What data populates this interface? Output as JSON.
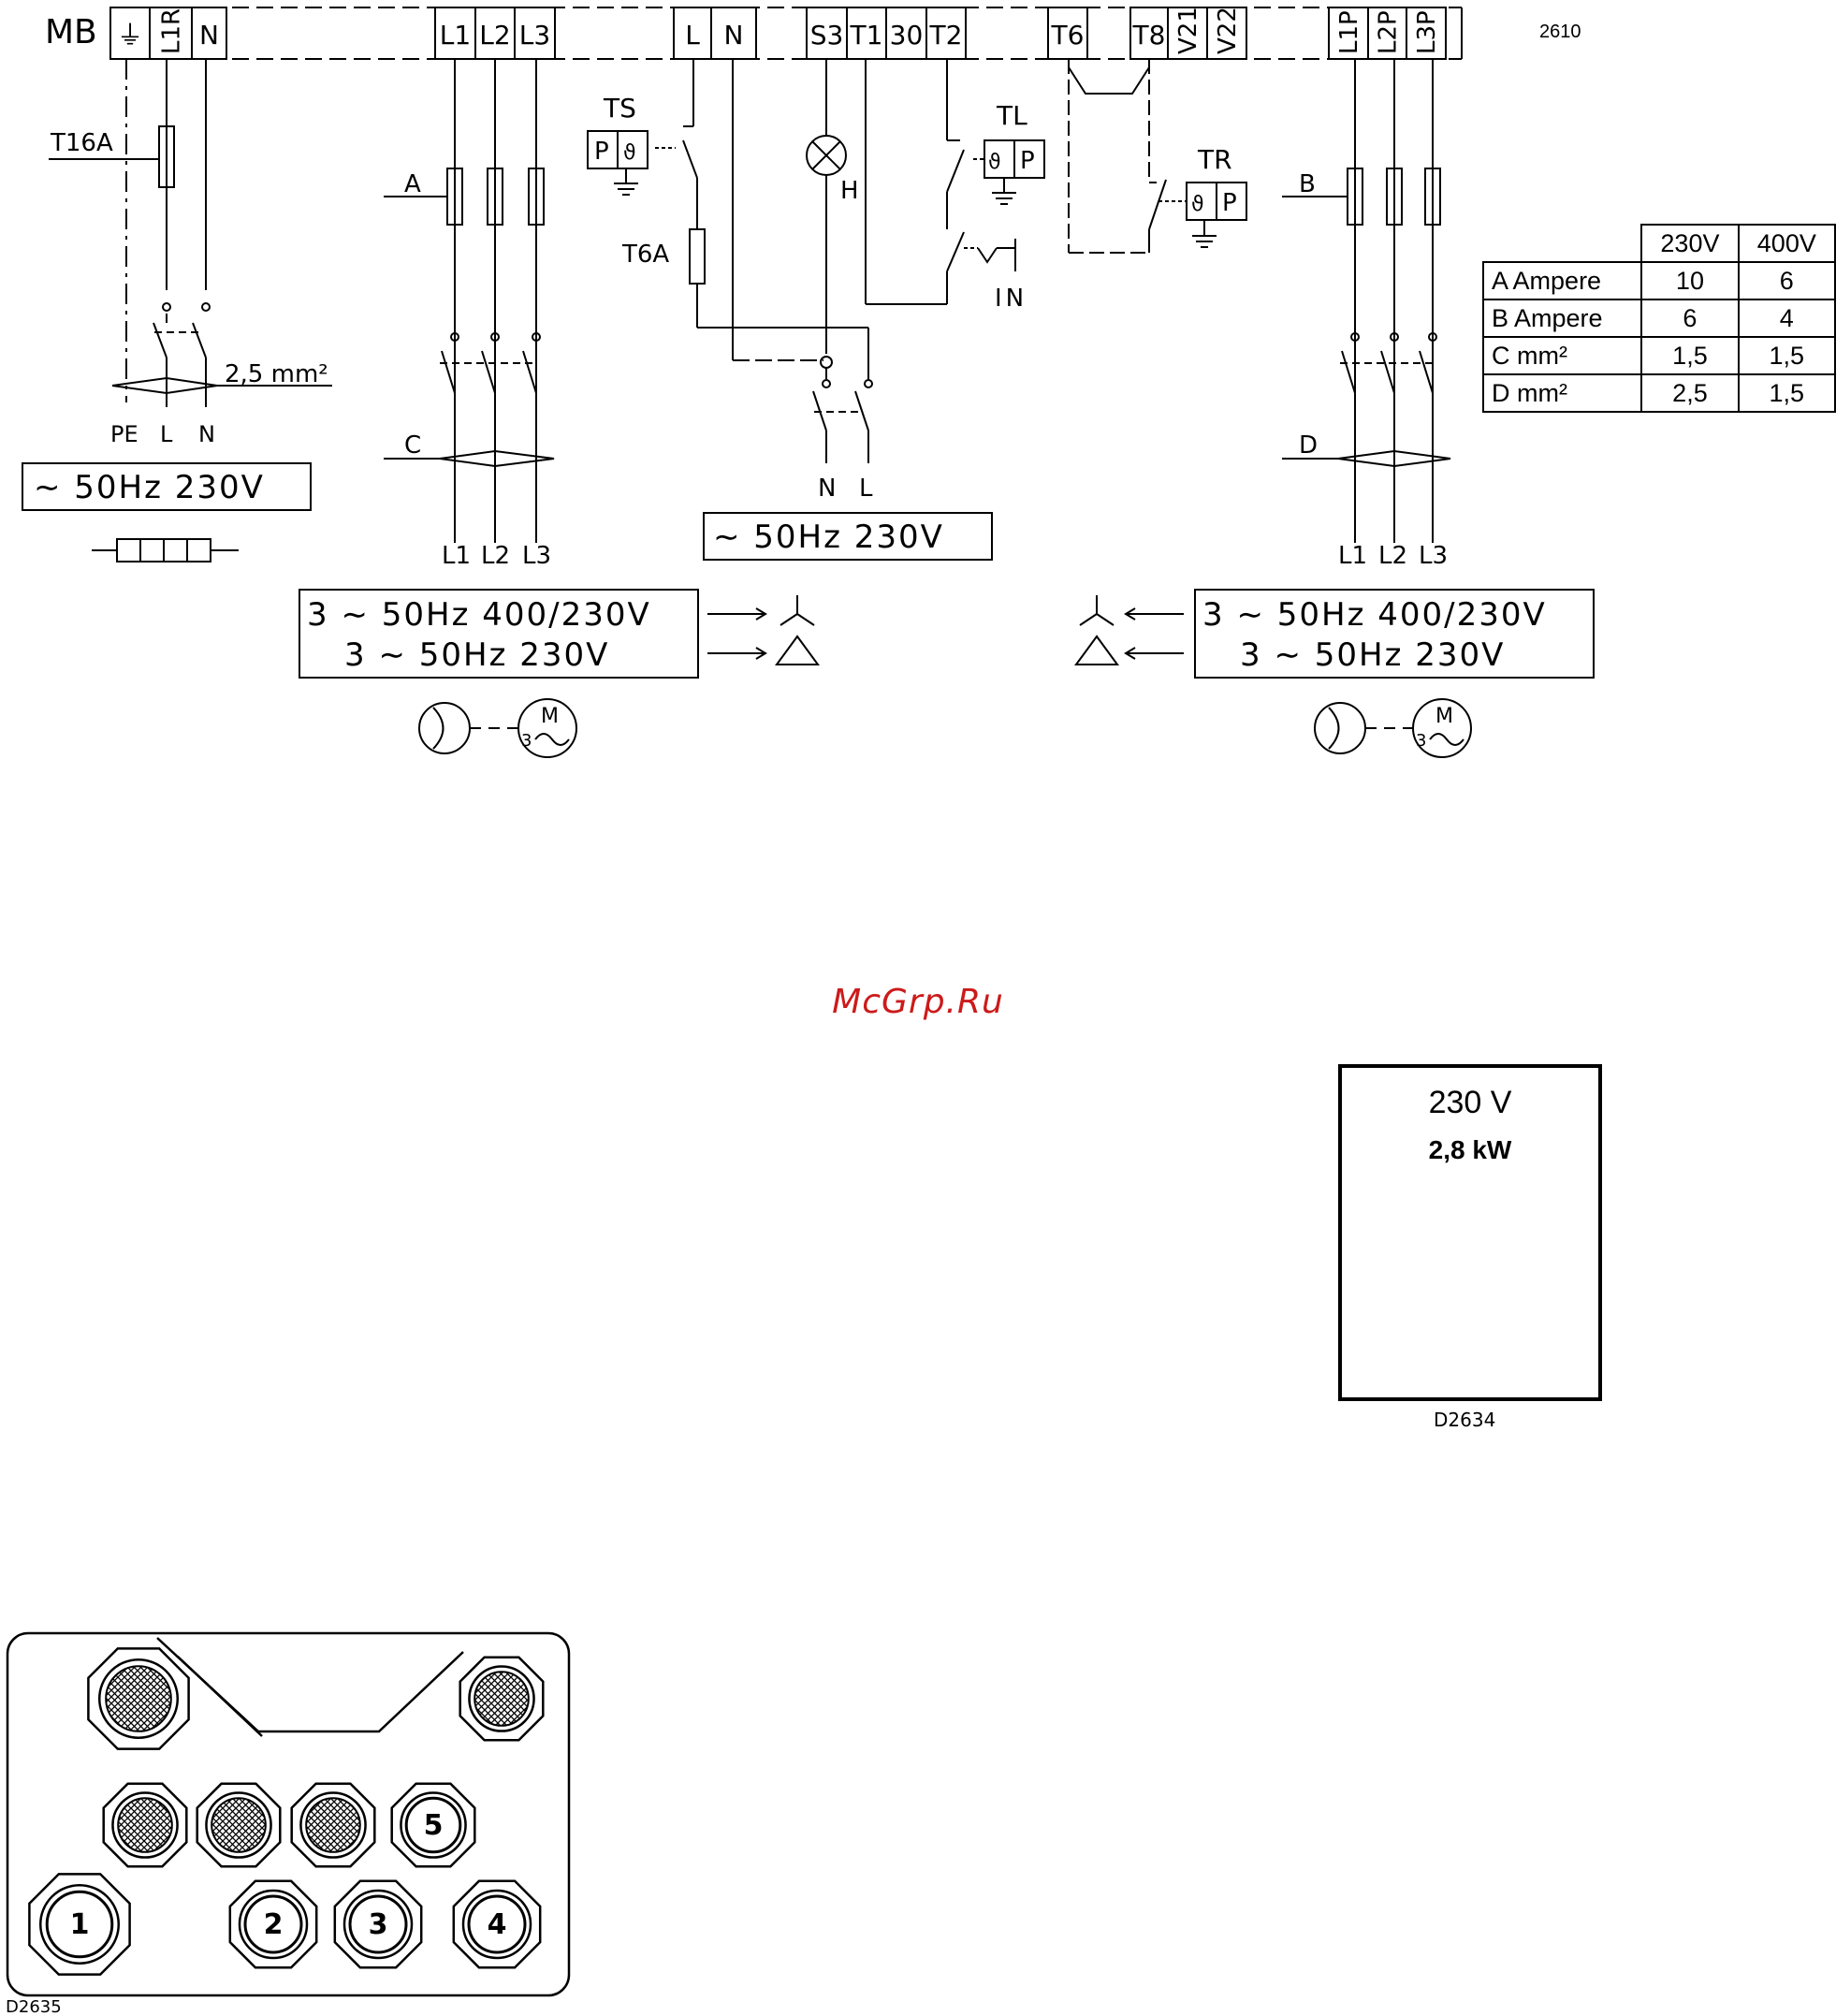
{
  "diagram": {
    "sheet_code": "2610",
    "terminal_block": {
      "label": "MB",
      "terminals": [
        "⏚",
        "L1R",
        "N",
        "L1",
        "L2",
        "L3",
        "L",
        "N",
        "S3",
        "T1",
        "30",
        "T2",
        "T6",
        "T8",
        "V21",
        "V22",
        "L1P",
        "L2P",
        "L3P"
      ]
    },
    "left_supply": {
      "fuse_label": "T16A",
      "cable_section": "2,5 mm²",
      "conductors": [
        "PE",
        "L",
        "N"
      ],
      "supply_text": "∼ 50Hz  230V"
    },
    "main_pump": {
      "fuse_marker": "A",
      "cable_marker": "C",
      "outputs": [
        "L1",
        "L2",
        "L3"
      ],
      "supply_line_1": "3  ∼ 50Hz  400/230V",
      "supply_line_2": "3 ∼  50Hz  230V",
      "motor_label": "M",
      "motor_phase": "3"
    },
    "control": {
      "thermostat_safety": "TS",
      "fuse_label": "T6A",
      "lamp_label": "H",
      "thermostat_limit": "TL",
      "contact_label": "IN",
      "thermostat_regulation": "TR",
      "outputs": [
        "N",
        "L"
      ],
      "supply_text": "∼ 50Hz  230V",
      "box_symbol": "P"
    },
    "right_pump": {
      "fuse_marker": "B",
      "cable_marker": "D",
      "outputs": [
        "L1",
        "L2",
        "L3"
      ],
      "supply_line_1": "3  ∼ 50Hz  400/230V",
      "supply_line_2": "3 ∼  50Hz  230V",
      "motor_label": "M",
      "motor_phase": "3"
    }
  },
  "spec_table": {
    "headers": [
      "230V",
      "400V"
    ],
    "rows": [
      {
        "label": "A Ampere",
        "v230": "10",
        "v400": "6"
      },
      {
        "label": "B Ampere",
        "v230": "6",
        "v400": "4"
      },
      {
        "label": "C mm²",
        "v230": "1,5",
        "v400": "1,5"
      },
      {
        "label": "D mm²",
        "v230": "2,5",
        "v400": "1,5"
      }
    ]
  },
  "watermark": "McGrp.Ru",
  "heater": {
    "voltage": "230 V",
    "power": "2,8 kW",
    "code": "D2634"
  },
  "gland_plate": {
    "code": "D2635",
    "numbers": [
      "1",
      "2",
      "3",
      "4",
      "5"
    ]
  }
}
